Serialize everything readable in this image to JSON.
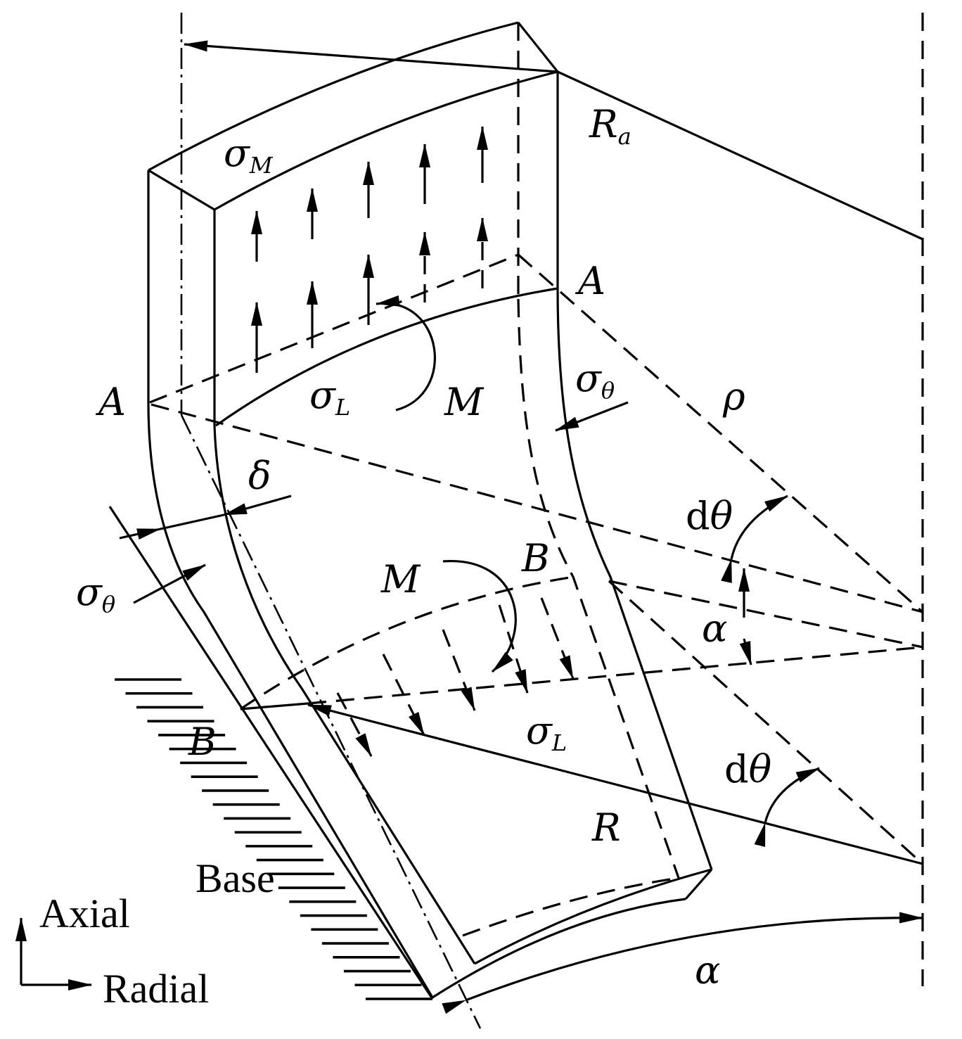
{
  "labels": {
    "Ra_main": "R",
    "Ra_sub": "a",
    "sigmaM_main": "σ",
    "sigmaM_sub": "M",
    "A_right": "A",
    "A_left": "A",
    "sigmaL_top_main": "σ",
    "sigmaL_top_sub": "L",
    "M_top": "M",
    "sigmaTheta_right_main": "σ",
    "sigmaTheta_right_sub": "θ",
    "rho": "ρ",
    "delta": "δ",
    "dtheta_top_d": "d",
    "dtheta_top_theta": "θ",
    "sigmaTheta_left_main": "σ",
    "sigmaTheta_left_sub": "θ",
    "M_bottom": "M",
    "B_top": "B",
    "alpha_mid": "α",
    "B_left": "B",
    "sigmaL_bottom_main": "σ",
    "sigmaL_bottom_sub": "L",
    "dtheta_bottom_d": "d",
    "dtheta_bottom_theta": "θ",
    "R": "R",
    "base": "Base",
    "axial": "Axial",
    "radial": "Radial",
    "alpha_bottom": "α"
  }
}
